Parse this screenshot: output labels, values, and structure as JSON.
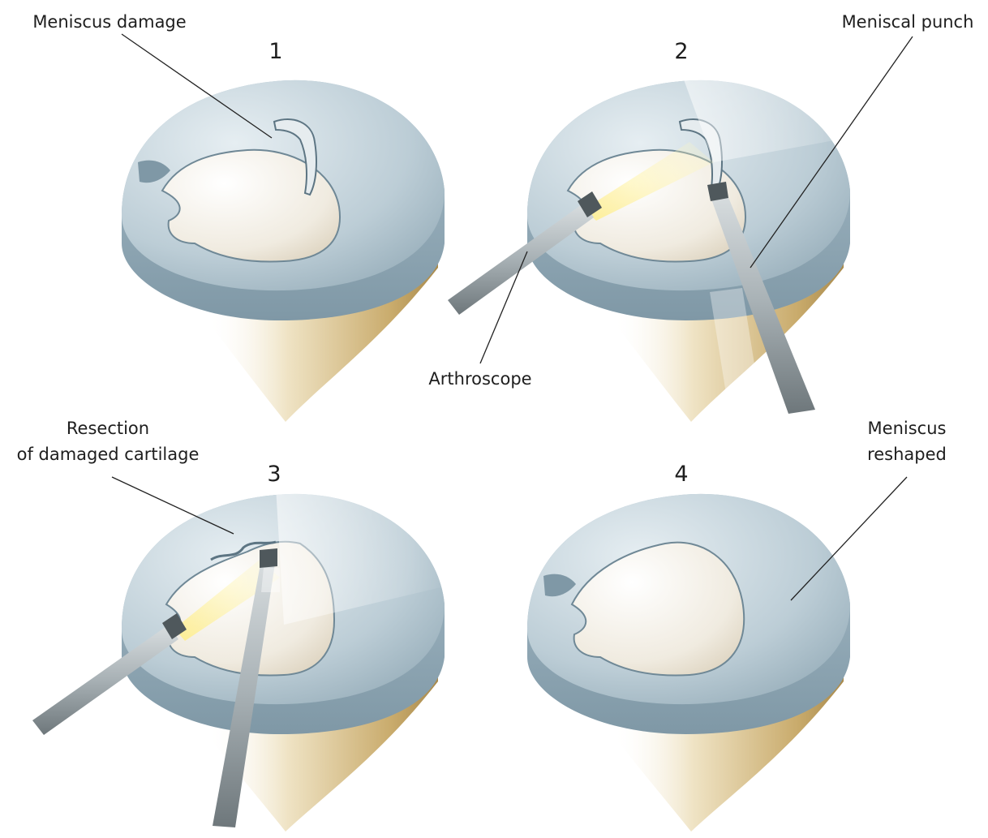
{
  "panels": [
    {
      "number": "1"
    },
    {
      "number": "2"
    },
    {
      "number": "3"
    },
    {
      "number": "4"
    }
  ],
  "labels": {
    "meniscus_damage": "Meniscus damage",
    "meniscal_punch": "Meniscal punch",
    "arthroscope": "Arthroscope",
    "resection_line1": "Resection",
    "resection_line2": "of damaged cartilage",
    "reshaped_line1": "Meniscus",
    "reshaped_line2": "reshaped"
  },
  "colors": {
    "meniscus_top": "#c3d3dc",
    "meniscus_side": "#8fa7b4",
    "condyle": "#f1ece2",
    "tibia": "#d8c08c",
    "light": "#fff3a8",
    "instrument": "#8e979c"
  }
}
